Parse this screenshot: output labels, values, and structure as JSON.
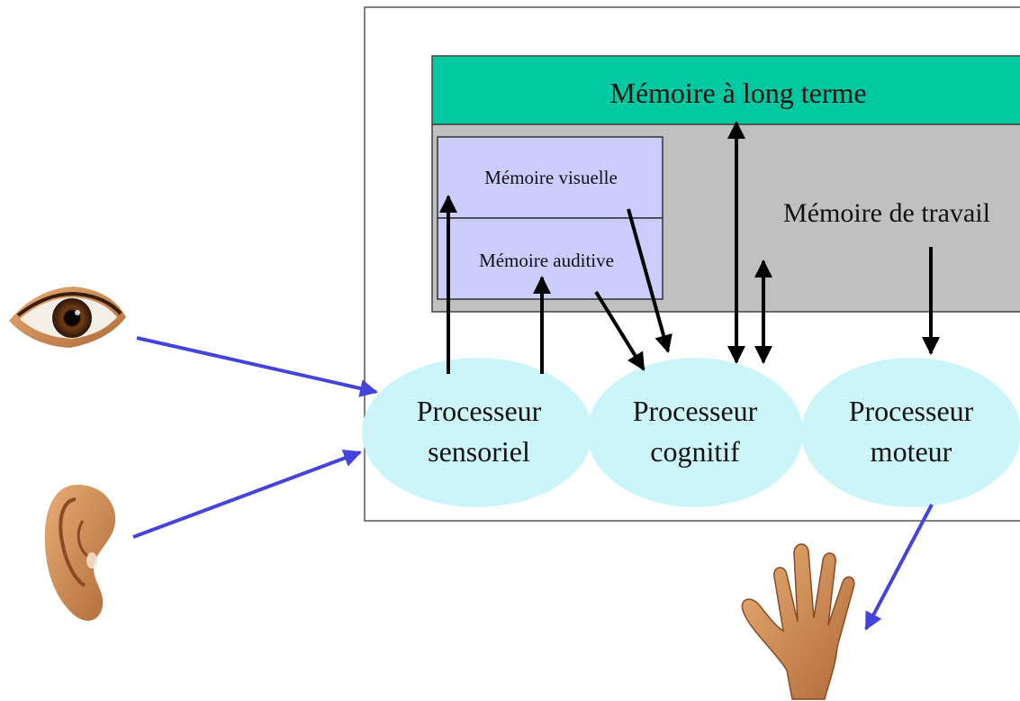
{
  "long_term_memory": {
    "label": "Mémoire à long terme"
  },
  "working_memory": {
    "label": "Mémoire de travail"
  },
  "visual_memory": {
    "label": "Mémoire visuelle"
  },
  "auditory_memory": {
    "label": "Mémoire auditive"
  },
  "processors": {
    "sensory": {
      "line1": "Processeur",
      "line2": "sensoriel"
    },
    "cognitive": {
      "line1": "Processeur",
      "line2": "cognitif"
    },
    "motor": {
      "line1": "Processeur",
      "line2": "moteur"
    }
  },
  "icons": {
    "eye": "eye-icon",
    "ear": "ear-icon",
    "hand": "hand-icon"
  },
  "colors": {
    "long_term_memory": "#00c8a0",
    "working_memory": "#c0c0c0",
    "sensory_store": "#ccccff",
    "processor": "#ccf5fa",
    "input_arrow": "#4444dd",
    "flow_arrow": "#000000"
  }
}
